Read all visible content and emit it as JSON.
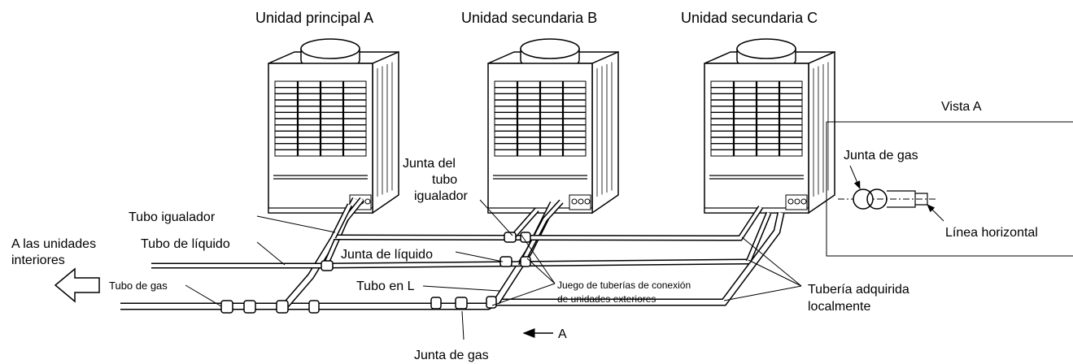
{
  "units": {
    "a": "Unidad principal A",
    "b": "Unidad secundaria B",
    "c": "Unidad secundaria C"
  },
  "labels": {
    "tubo_igualador": "Tubo igualador",
    "a_las_unidades_1": "A las unidades",
    "a_las_unidades_2": "interiores",
    "tubo_liquido": "Tubo de líquido",
    "tubo_gas": "Tubo de gas",
    "junta_liquido": "Junta de líquido",
    "tubo_l": "Tubo en L",
    "junta_gas_bottom": "Junta de gas",
    "junta_igualador_1": "Junta del",
    "junta_igualador_2": "tubo",
    "junta_igualador_3": "igualador",
    "juego_1": "Juego de tuberías de conexión",
    "juego_2": "de unidades exteriores",
    "tuberia_1": "Tubería adquirida",
    "tuberia_2": "localmente",
    "arrow_a": "A"
  },
  "vista": {
    "title": "Vista A",
    "junta_gas": "Junta de gas",
    "linea": "Línea horizontal"
  }
}
